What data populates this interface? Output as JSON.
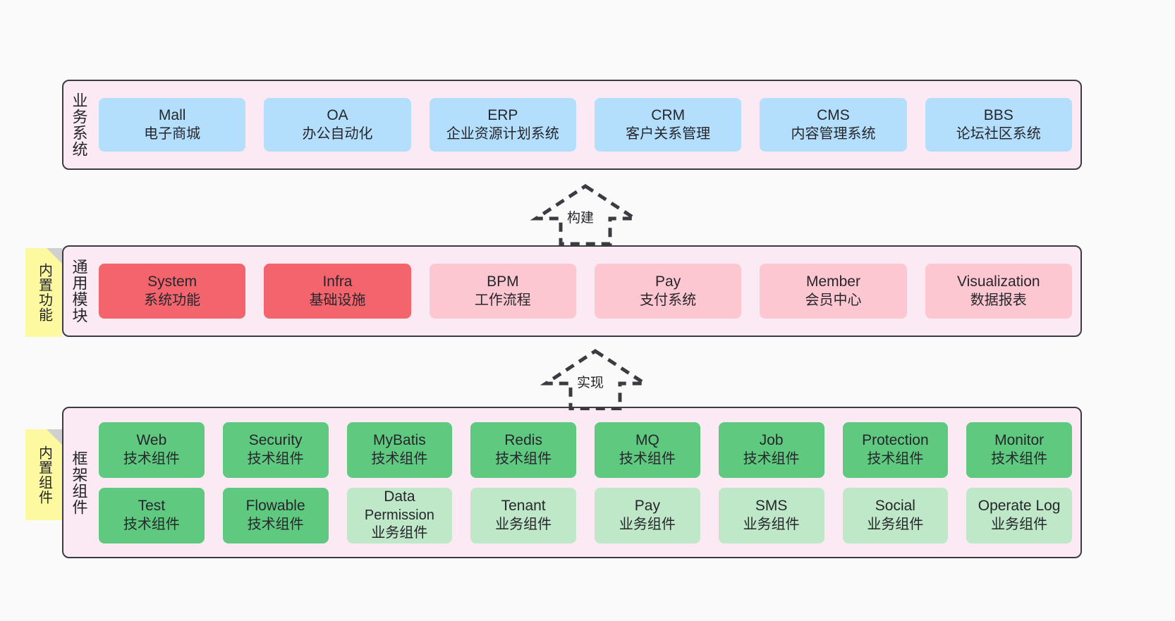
{
  "diagram": {
    "background_color": "#fafafa",
    "layer_fill": "#fbeaf4",
    "layer_border": "#3b3b42",
    "note_color": "#fcf9a0",
    "colors": {
      "blue": "#b3dffc",
      "red": "#f4646c",
      "pink_light": "#fdc7d1",
      "green": "#5fc97f",
      "green_light": "#bee8c7"
    }
  },
  "notes": [
    {
      "label": "内置功能"
    },
    {
      "label": "内置组件"
    }
  ],
  "arrows": [
    {
      "label": "构建"
    },
    {
      "label": "实现"
    }
  ],
  "layers": [
    {
      "id": "business",
      "title": "业务系统",
      "rows": [
        {
          "cells": [
            {
              "name": "Mall",
              "desc": "电子商城",
              "style": "blue"
            },
            {
              "name": "OA",
              "desc": "办公自动化",
              "style": "blue"
            },
            {
              "name": "ERP",
              "desc": "企业资源计划系统",
              "style": "blue"
            },
            {
              "name": "CRM",
              "desc": "客户关系管理",
              "style": "blue"
            },
            {
              "name": "CMS",
              "desc": "内容管理系统",
              "style": "blue"
            },
            {
              "name": "BBS",
              "desc": "论坛社区系统",
              "style": "blue"
            }
          ]
        }
      ]
    },
    {
      "id": "common",
      "title": "通用模块",
      "rows": [
        {
          "cells": [
            {
              "name": "System",
              "desc": "系统功能",
              "style": "red"
            },
            {
              "name": "Infra",
              "desc": "基础设施",
              "style": "red"
            },
            {
              "name": "BPM",
              "desc": "工作流程",
              "style": "pinklite"
            },
            {
              "name": "Pay",
              "desc": "支付系统",
              "style": "pinklite"
            },
            {
              "name": "Member",
              "desc": "会员中心",
              "style": "pinklite"
            },
            {
              "name": "Visualization",
              "desc": "数据报表",
              "style": "pinklite"
            }
          ]
        }
      ]
    },
    {
      "id": "framework",
      "title": "框架组件",
      "rows": [
        {
          "cells": [
            {
              "name": "Web",
              "desc": "技术组件",
              "style": "green"
            },
            {
              "name": "Security",
              "desc": "技术组件",
              "style": "green"
            },
            {
              "name": "MyBatis",
              "desc": "技术组件",
              "style": "green"
            },
            {
              "name": "Redis",
              "desc": "技术组件",
              "style": "green"
            },
            {
              "name": "MQ",
              "desc": "技术组件",
              "style": "green"
            },
            {
              "name": "Job",
              "desc": "技术组件",
              "style": "green"
            },
            {
              "name": "Protection",
              "desc": "技术组件",
              "style": "green"
            },
            {
              "name": "Monitor",
              "desc": "技术组件",
              "style": "green"
            }
          ]
        },
        {
          "cells": [
            {
              "name": "Test",
              "desc": "技术组件",
              "style": "green"
            },
            {
              "name": "Flowable",
              "desc": "技术组件",
              "style": "green"
            },
            {
              "name": "Data",
              "name2": "Permission",
              "desc": "业务组件",
              "style": "greenlite"
            },
            {
              "name": "Tenant",
              "desc": "业务组件",
              "style": "greenlite"
            },
            {
              "name": "Pay",
              "desc": "业务组件",
              "style": "greenlite"
            },
            {
              "name": "SMS",
              "desc": "业务组件",
              "style": "greenlite"
            },
            {
              "name": "Social",
              "desc": "业务组件",
              "style": "greenlite"
            },
            {
              "name": "Operate Log",
              "desc": "业务组件",
              "style": "greenlite"
            }
          ]
        }
      ]
    }
  ]
}
